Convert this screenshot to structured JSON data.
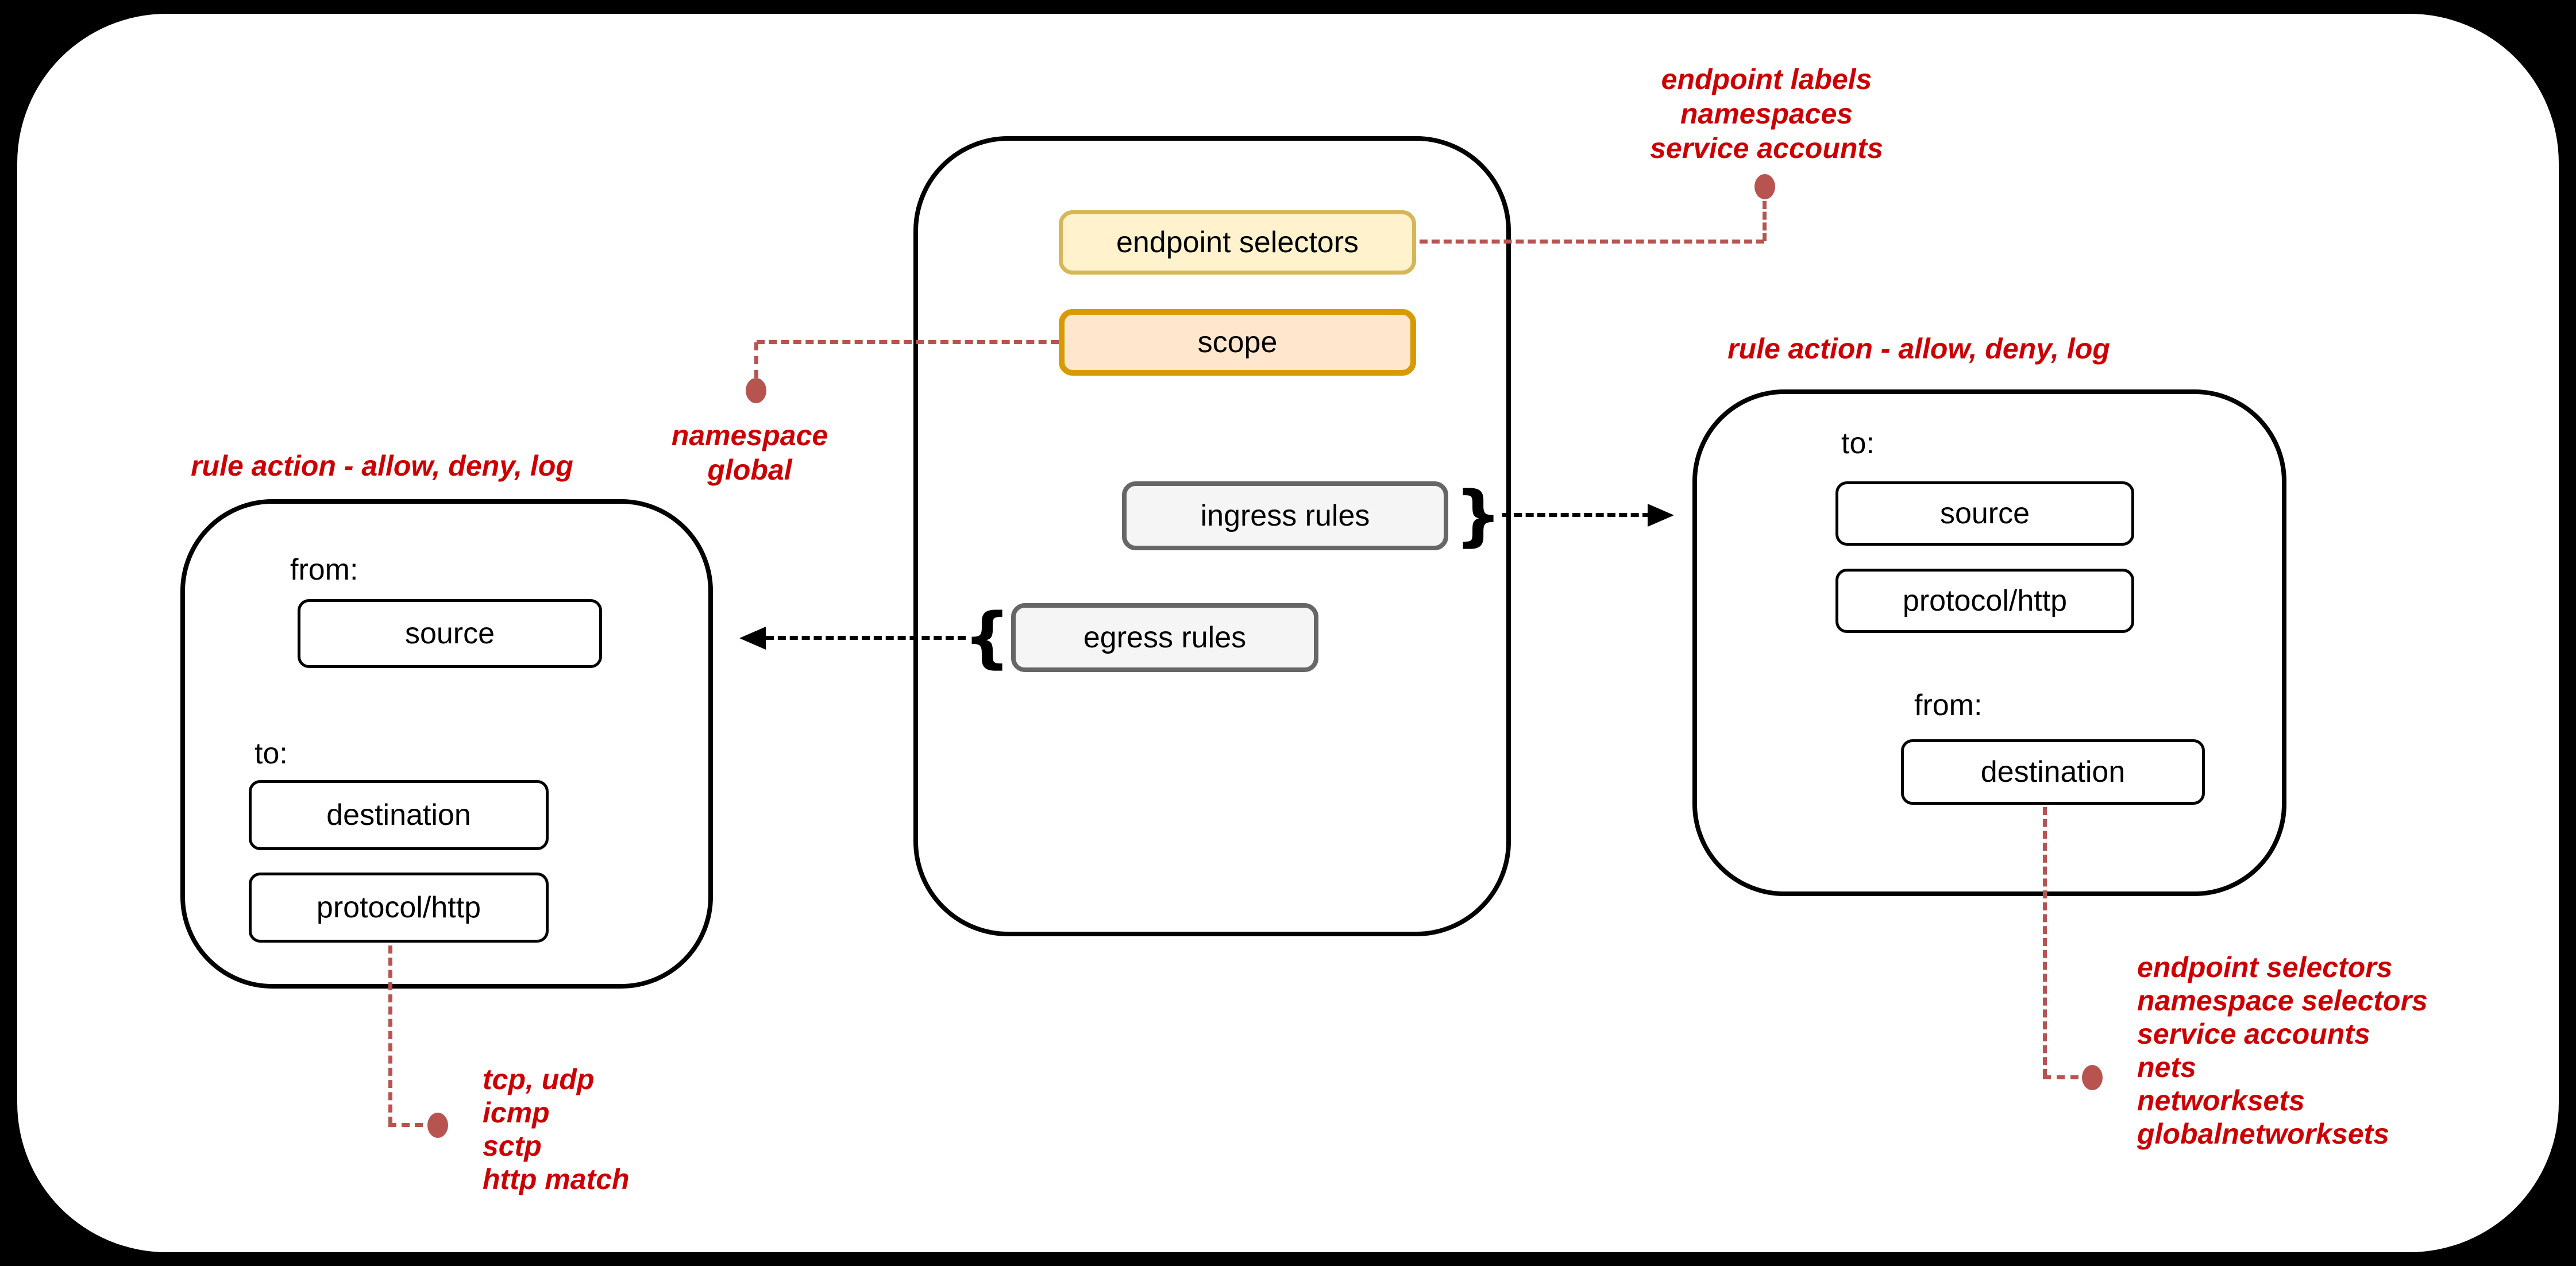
{
  "colors": {
    "background": "#000000",
    "card": "#ffffff",
    "red_text": "#cc0000",
    "leader_line": "#b85450",
    "yellow_fill": "#fff2cc",
    "yellow_border": "#d6b656",
    "orange_fill": "#ffe6cc",
    "orange_border": "#d79b00",
    "gray_fill": "#f5f5f5",
    "gray_border": "#666666",
    "black": "#000000"
  },
  "policy_container": {
    "endpoint_selectors_label": "endpoint selectors",
    "scope_label": "scope",
    "ingress_rules_label": "ingress rules",
    "egress_rules_label": "egress rules",
    "ingress_brace": "}",
    "egress_brace": "{"
  },
  "egress_rule_box": {
    "title": "rule action - allow, deny, log",
    "from_label": "from:",
    "source_label": "source",
    "to_label": "to:",
    "destination_label": "destination",
    "protocol_label": "protocol/http"
  },
  "ingress_rule_box": {
    "title": "rule action - allow, deny, log",
    "to_label": "to:",
    "source_label": "source",
    "protocol_label": "protocol/http",
    "from_label": "from:",
    "destination_label": "destination"
  },
  "annotations": {
    "endpoint_selector_notes": [
      "endpoint labels",
      "namespaces",
      "service accounts"
    ],
    "scope_notes": [
      "namespace",
      "global"
    ],
    "protocol_notes": [
      "tcp, udp",
      "icmp",
      "sctp",
      "http match"
    ],
    "destination_notes": [
      "endpoint selectors",
      "namespace selectors",
      "service accounts",
      "nets",
      "networksets",
      "globalnetworksets"
    ]
  }
}
